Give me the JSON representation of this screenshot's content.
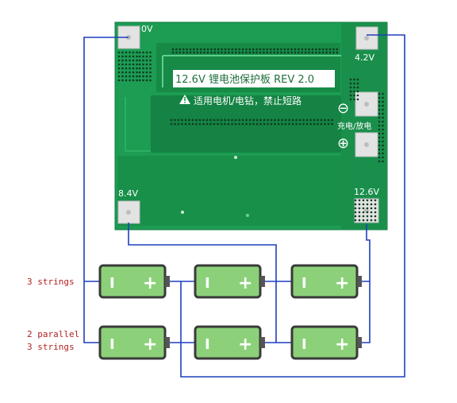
{
  "board": {
    "title": "12.6V 锂电池保护板 REV 2.0",
    "warning": "适用电机/电钻，禁止短路",
    "warning_icon": "warning-triangle-icon",
    "charge_discharge": "充电/放电",
    "minus_symbol": "⊖",
    "plus_symbol": "⊕",
    "pad_labels": {
      "p0v": "0V",
      "p42v": "4.2V",
      "p84v": "8.4V",
      "p126v": "12.6V"
    },
    "colors": {
      "pcb": "#1d9c53",
      "pcb_dark": "#137a3e",
      "pad": "#e3e3e3"
    }
  },
  "batteries": {
    "minus_symbol": "I",
    "plus_symbol": "+",
    "colors": {
      "body": "#8cd17a",
      "outline": "#3a3a3a",
      "terminal": "#555555"
    }
  },
  "wire_color": "#1f3fbf",
  "labels": {
    "row1": "3 strings",
    "row2_line1": "2 parallel",
    "row2_line2": "3 strings"
  }
}
